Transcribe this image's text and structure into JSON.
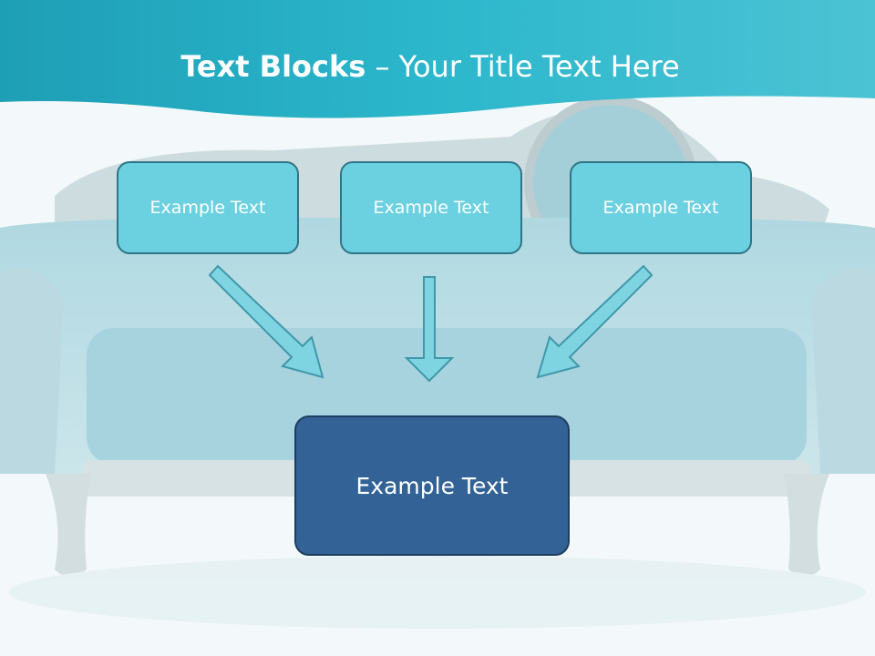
{
  "title": {
    "bold": "Text Blocks",
    "rest": " – Your Title Text Here"
  },
  "blocks": [
    {
      "label": "Example Text"
    },
    {
      "label": "Example Text"
    },
    {
      "label": "Example Text"
    }
  ],
  "main_block": {
    "label": "Example Text"
  },
  "colors": {
    "header": "#2cb3c8",
    "block_fill": "#6bd0e0",
    "block_border": "#2f7487",
    "main_fill": "#336396",
    "arrow_fill": "#7fd4e2"
  }
}
